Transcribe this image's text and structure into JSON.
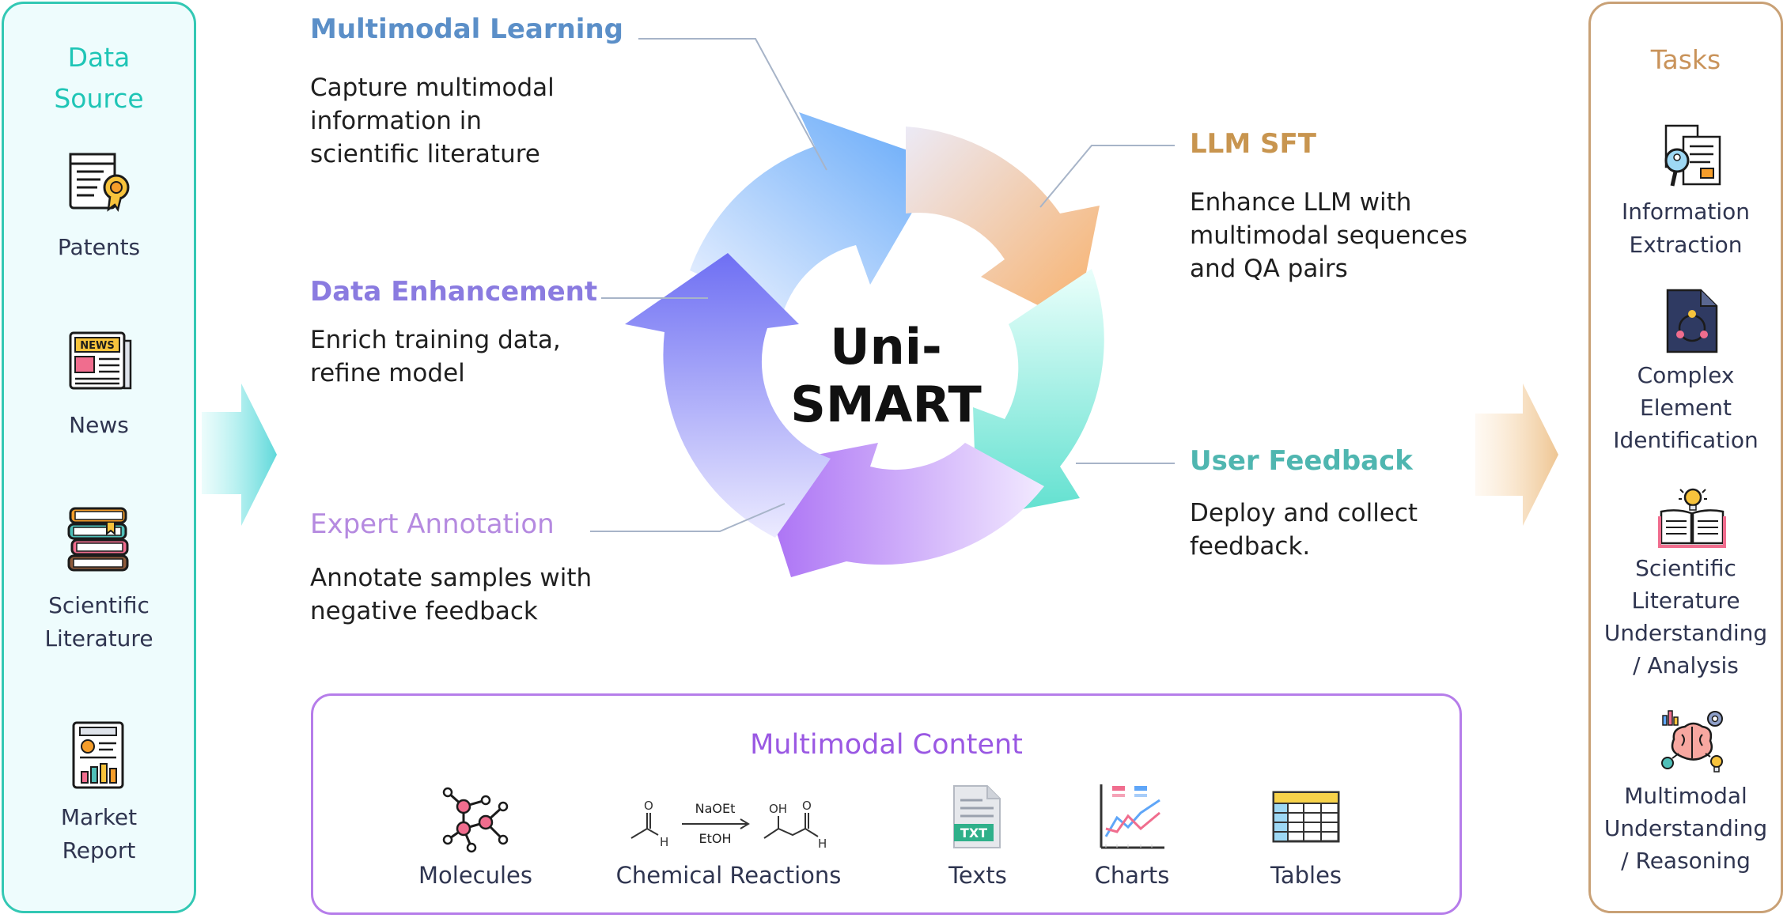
{
  "data_source": {
    "title": "Data\nSource",
    "title_line1": "Data",
    "title_line2": "Source",
    "items": [
      {
        "label_line1": "Patents",
        "label_line2": "",
        "icon": "patent-certificate-icon"
      },
      {
        "label_line1": "News",
        "label_line2": "",
        "icon": "newspaper-icon"
      },
      {
        "label_line1": "Scientific",
        "label_line2": "Literature",
        "icon": "books-icon"
      },
      {
        "label_line1": "Market",
        "label_line2": "Report",
        "icon": "report-chart-icon"
      }
    ]
  },
  "center": {
    "title": "Uni-SMART"
  },
  "stages": {
    "multimodal_learning": {
      "title": "Multimodal Learning",
      "desc": [
        "Capture multimodal",
        "information in",
        "scientific literature"
      ],
      "color": "#5b8fc8"
    },
    "data_enhancement": {
      "title": "Data Enhancement",
      "desc": [
        "Enrich training data,",
        "refine model"
      ],
      "color": "#8a7be0"
    },
    "expert_annotation": {
      "title": "Expert Annotation",
      "desc": [
        "Annotate samples with",
        "negative feedback"
      ],
      "color": "#b58ae0"
    },
    "llm_sft": {
      "title": "LLM SFT",
      "desc": [
        "Enhance LLM with",
        "multimodal sequences",
        "and QA pairs"
      ],
      "color": "#c8954f"
    },
    "user_feedback": {
      "title": "User Feedback",
      "desc": [
        "Deploy and collect",
        "feedback."
      ],
      "color": "#4fb6b0"
    }
  },
  "multimodal_content": {
    "title": "Multimodal Content",
    "items": [
      {
        "label": "Molecules",
        "icon": "molecule-icon"
      },
      {
        "label": "Chemical Reactions",
        "icon": "chemical-reaction-icon",
        "reagent_top": "NaOEt",
        "reagent_bottom": "EtOH",
        "oh_label": "OH",
        "o_label_1": "O",
        "o_label_2": "O",
        "h_label_1": "H",
        "h_label_2": "H"
      },
      {
        "label": "Texts",
        "icon": "text-file-icon",
        "badge": "TXT"
      },
      {
        "label": "Charts",
        "icon": "line-chart-icon"
      },
      {
        "label": "Tables",
        "icon": "table-icon"
      }
    ]
  },
  "tasks": {
    "title": "Tasks",
    "items": [
      {
        "lines": [
          "Information",
          "Extraction"
        ],
        "icon": "document-search-icon"
      },
      {
        "lines": [
          "Complex",
          "Element",
          "Identification"
        ],
        "icon": "document-network-icon"
      },
      {
        "lines": [
          "Scientific",
          "Literature",
          "Understanding",
          "/ Analysis"
        ],
        "icon": "open-book-idea-icon"
      },
      {
        "lines": [
          "Multimodal",
          "Understanding",
          "/ Reasoning"
        ],
        "icon": "brain-gear-icon"
      }
    ]
  },
  "colors": {
    "data_source_border": "#33c8b4",
    "data_source_title": "#1fc5b6",
    "tasks_border": "#c9a176",
    "tasks_title": "#c9935a",
    "multimodal_border": "#b67dea"
  }
}
